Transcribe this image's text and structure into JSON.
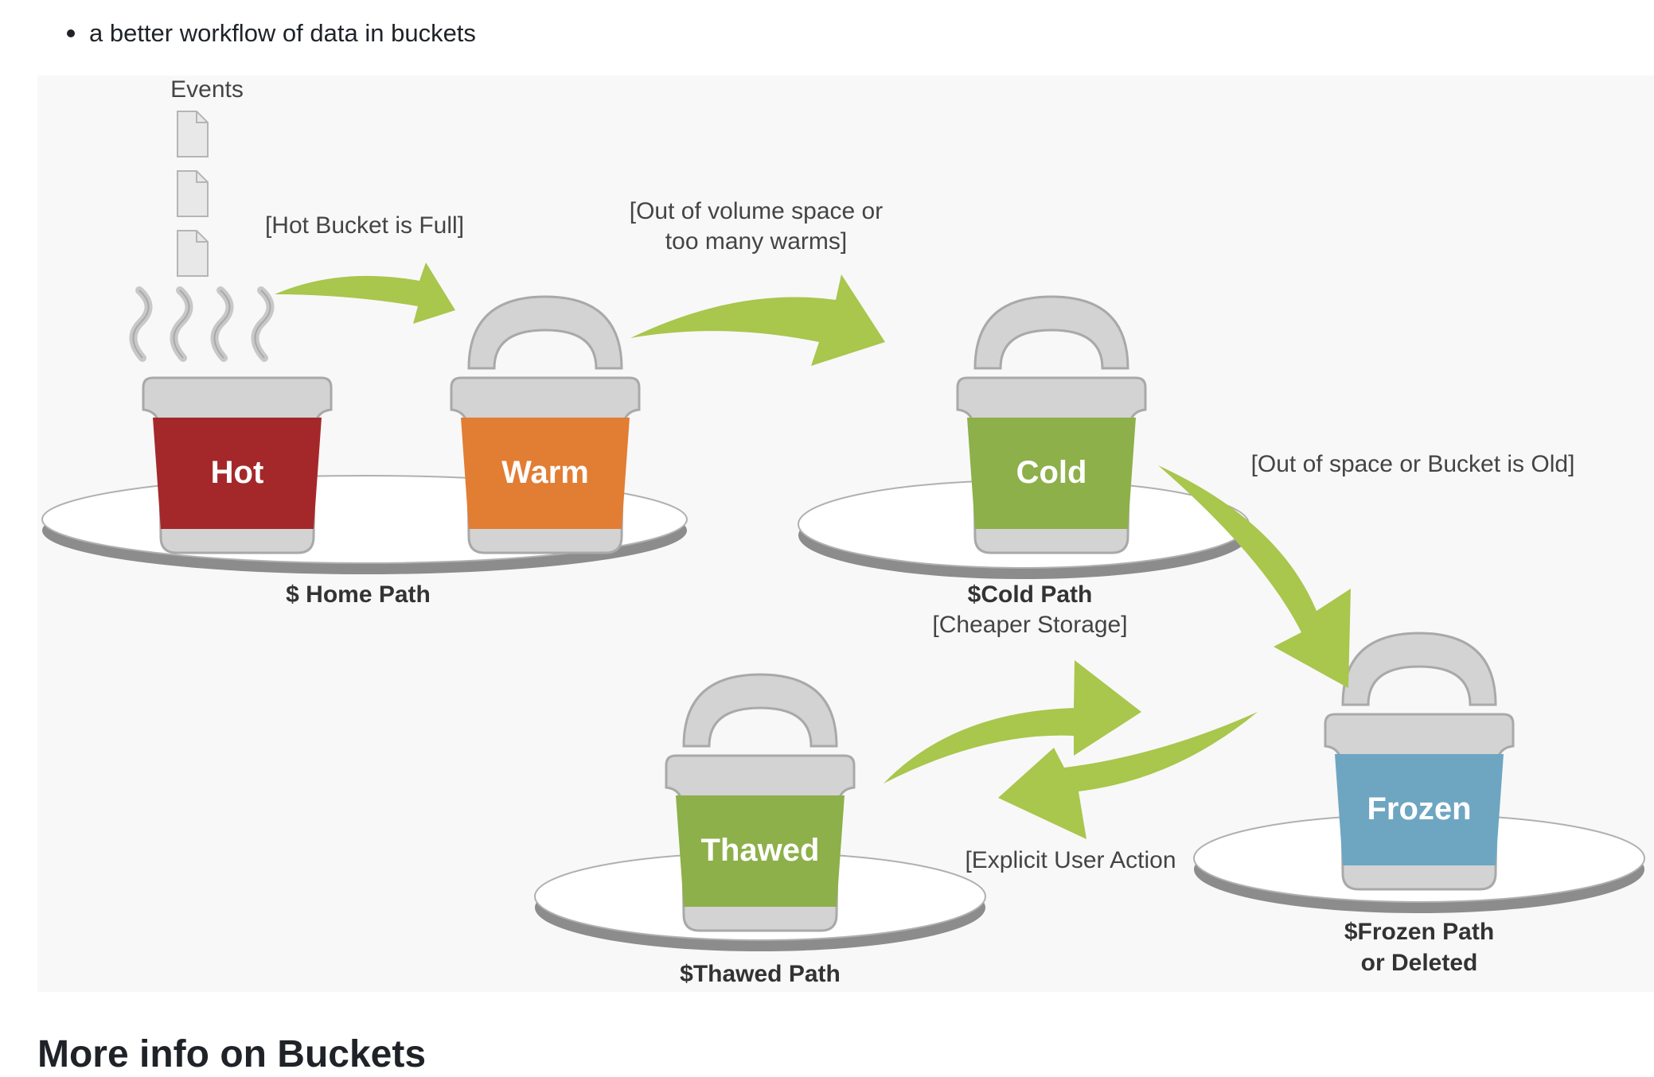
{
  "bullet": "a better workflow of data in buckets",
  "diagram": {
    "events_label": "Events",
    "buckets": {
      "hot": "Hot",
      "warm": "Warm",
      "cold": "Cold",
      "frozen": "Frozen",
      "thawed": "Thawed"
    },
    "transitions": {
      "hot_to_warm": "[Hot Bucket is Full]",
      "warm_to_cold_line1": "[Out of volume space or",
      "warm_to_cold_line2": "too many warms]",
      "cold_to_frozen": "[Out of space or Bucket is Old]",
      "frozen_to_thawed": "[Explicit User Action"
    },
    "paths": {
      "home": "$ Home Path",
      "cold": "$Cold Path",
      "cold_note": "[Cheaper Storage]",
      "frozen_line1": "$Frozen Path",
      "frozen_line2": "or Deleted",
      "thawed": "$Thawed Path"
    },
    "colors": {
      "hot": "#a4282a",
      "warm": "#e27d34",
      "cold": "#8db04a",
      "frozen": "#6ea6c2",
      "thawed": "#8db04a",
      "arrow": "#a9c64d",
      "bucket_body": "#d3d3d3",
      "platform_shadow": "#8c8c8c"
    }
  },
  "next_heading": "More info on Buckets"
}
